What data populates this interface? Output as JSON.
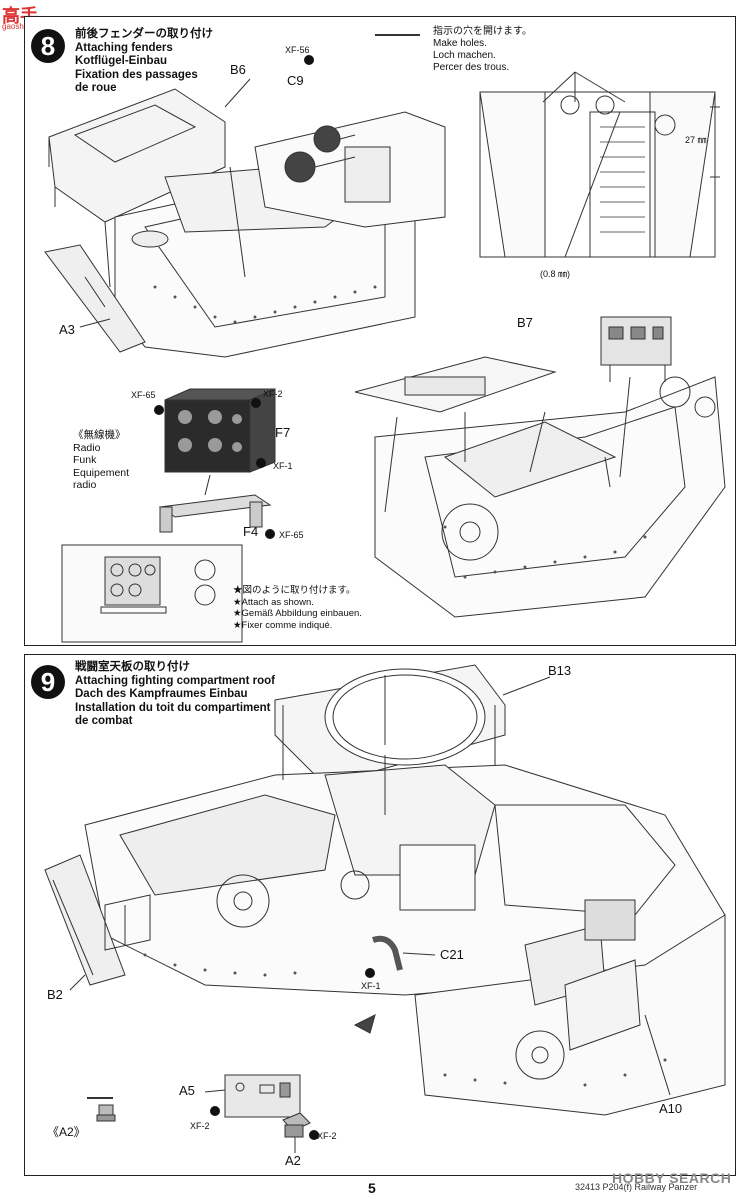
{
  "watermark": {
    "logo": "高手",
    "site": "gaoshou.net"
  },
  "step8": {
    "number": "8",
    "title_jp": "前後フェンダーの取り付け",
    "title_en": "Attaching fenders",
    "title_de": "Kotflügel-Einbau",
    "title_fr1": "Fixation des passages",
    "title_fr2": "de roue",
    "holes_jp": "指示の穴を開けます。",
    "holes_en": "Make holes.",
    "holes_de": "Loch machen.",
    "holes_fr": "Percer des trous.",
    "dim_27": "27 ㎜",
    "drill": "(0.8 ㎜)",
    "parts": {
      "b6": "B6",
      "xf56": "XF-56",
      "c9": "C9",
      "a3": "A3",
      "b7": "B7",
      "f7": "F7",
      "f4": "F4"
    },
    "paints": {
      "xf65_a": "XF-65",
      "xf2": "XF-2",
      "xf1": "XF-1",
      "xf65_b": "XF-65"
    },
    "radio_jp": "《無線機》",
    "radio_en": "Radio",
    "radio_de": "Funk",
    "radio_fr1": "Equipement",
    "radio_fr2": "radio",
    "attach_jp": "★図のように取り付けます。",
    "attach_en": "★Attach as shown.",
    "attach_de": "★Gemäß Abbildung einbauen.",
    "attach_fr": "★Fixer comme indiqué."
  },
  "step9": {
    "number": "9",
    "title_jp": "戦闘室天板の取り付け",
    "title_en": "Attaching fighting compartment roof",
    "title_de": "Dach des Kampfraumes Einbau",
    "title_fr1": "Installation du toit du compartiment",
    "title_fr2": "de combat",
    "parts": {
      "b13": "B13",
      "b2": "B2",
      "c21": "C21",
      "a5": "A5",
      "a2": "A2",
      "a2_ref": "《A2》",
      "a10": "A10"
    },
    "paints": {
      "xf1": "XF-1",
      "xf2_a": "XF-2",
      "xf2_b": "XF-2"
    }
  },
  "footer": {
    "page": "5",
    "code": "32413 P204(f) Railway Panzer",
    "watermark": "HOBBY SEARCH"
  }
}
